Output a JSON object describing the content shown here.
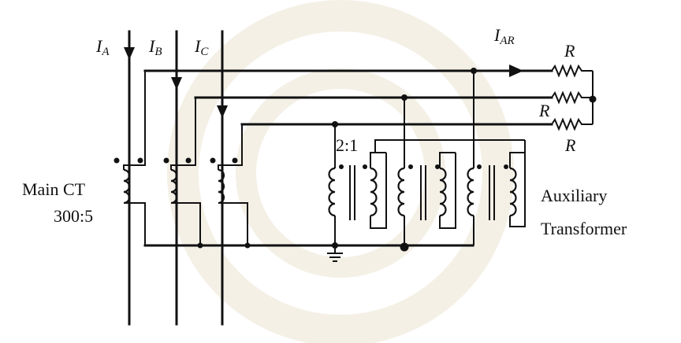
{
  "labels": {
    "ia_main": "I",
    "ia_sub": "A",
    "ib_main": "I",
    "ib_sub": "B",
    "ic_main": "I",
    "ic_sub": "C",
    "iar_main": "I",
    "iar_sub": "AR",
    "r_top": "R",
    "r_mid": "R",
    "r_bot": "R",
    "main_ct_line1": "Main CT",
    "main_ct_line2": "300:5",
    "ratio": "2:1",
    "aux_line1": "Auxiliary",
    "aux_line2": "Transformer"
  },
  "colors": {
    "wire": "#111111",
    "watermark": "#f4f0e6"
  }
}
